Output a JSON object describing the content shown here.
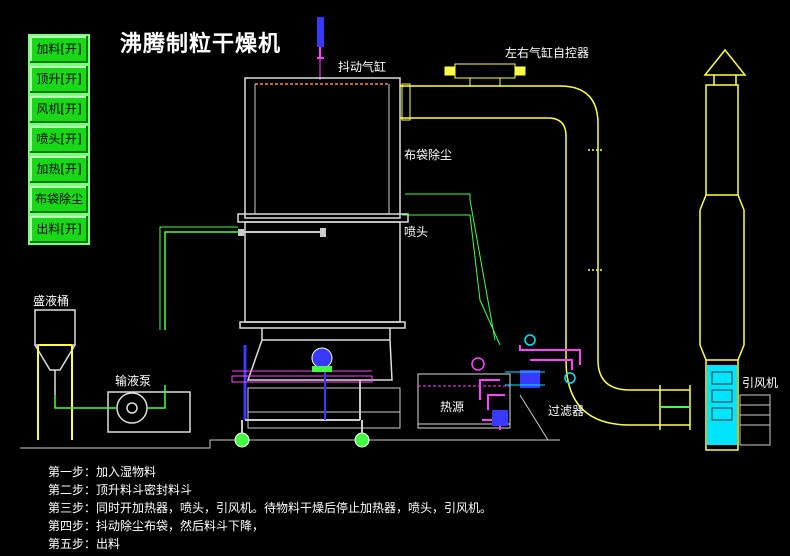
{
  "title": "沸腾制粒干燥机",
  "buttons": [
    "加料[开]",
    "顶升[开]",
    "风机[开]",
    "喷头[开]",
    "加热[开]",
    "布袋除尘",
    "出料[开]"
  ],
  "labels": {
    "shake_cylinder": "抖动气缸",
    "cylinder_controller": "左右气缸自控器",
    "bag_filter": "布袋除尘",
    "nozzle": "喷头",
    "liquid_tank": "盛液桶",
    "liquid_pump": "输液泵",
    "heat_source": "热源",
    "filter": "过滤器",
    "fan": "引风机"
  },
  "steps": [
    "第一步：加入湿物料",
    "第二步：顶升料斗密封料斗",
    "第三步：同时开加热器，喷头，引风机。待物料干燥后停止加热器，喷头，引风机。",
    "第四步：抖动除尘布袋，然后料斗下降，",
    "第五步：出料"
  ],
  "colors": {
    "button": "#18d818",
    "line_yellow": "#ffff44",
    "line_green": "#44ff44",
    "magenta": "#ff44ff",
    "blue": "#4444ff",
    "cyan": "#00e5ff",
    "background": "#000000"
  }
}
